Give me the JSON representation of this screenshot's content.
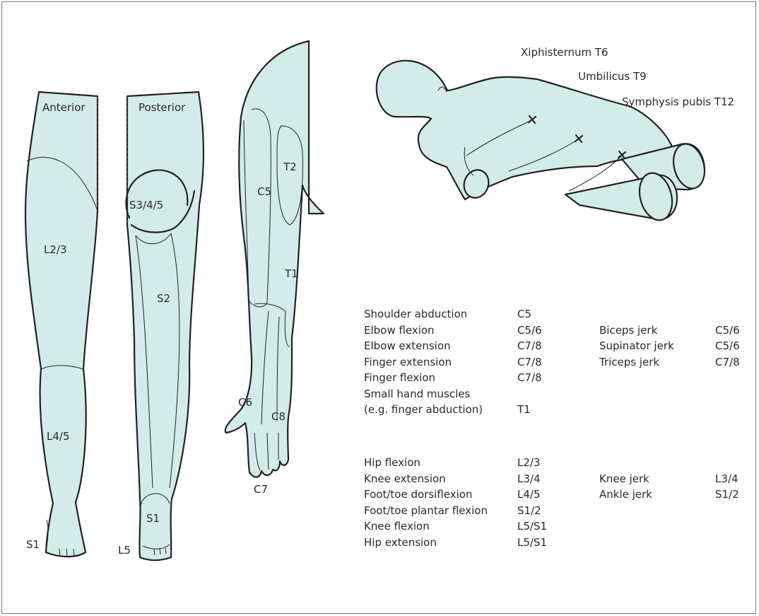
{
  "leg_anterior": {
    "title": "Anterior",
    "dermatomes": {
      "l23": "L2/3",
      "l45": "L4/5",
      "s1": "S1"
    }
  },
  "leg_posterior": {
    "title": "Posterior",
    "dermatomes": {
      "s345": "S3/4/5",
      "s2": "S2",
      "s1": "S1",
      "l5": "L5"
    }
  },
  "arm": {
    "dermatomes": {
      "t2": "T2",
      "c5": "C5",
      "t1": "T1",
      "c6": "C6",
      "c8": "C8",
      "c7": "C7"
    }
  },
  "trunk": {
    "landmarks": {
      "xiphisternum": "Xiphisternum T6",
      "umbilicus": "Umbilicus T9",
      "symphysis": "Symphysis pubis T12"
    }
  },
  "upper_limb": {
    "movements": [
      {
        "movement": "Shoulder abduction",
        "root": "C5"
      },
      {
        "movement": "Elbow flexion",
        "root": "C5/6"
      },
      {
        "movement": "Elbow extension",
        "root": "C7/8"
      },
      {
        "movement": "Finger extension",
        "root": "C7/8"
      },
      {
        "movement": "Finger flexion",
        "root": "C7/8"
      },
      {
        "movement": "Small hand muscles",
        "root": ""
      },
      {
        "movement": "(e.g. finger abduction)",
        "root": "T1"
      }
    ],
    "reflexes": [
      {
        "reflex": "Biceps jerk",
        "root": "C5/6"
      },
      {
        "reflex": "Supinator jerk",
        "root": "C5/6"
      },
      {
        "reflex": "Triceps jerk",
        "root": "C7/8"
      }
    ]
  },
  "lower_limb": {
    "movements": [
      {
        "movement": "Hip flexion",
        "root": "L2/3"
      },
      {
        "movement": "Knee extension",
        "root": "L3/4"
      },
      {
        "movement": "Foot/toe dorsiflexion",
        "root": "L4/5"
      },
      {
        "movement": "Foot/toe plantar flexion",
        "root": "S1/2"
      },
      {
        "movement": "Knee flexion",
        "root": "L5/S1"
      },
      {
        "movement": "Hip extension",
        "root": "L5/S1"
      }
    ],
    "reflexes": [
      {
        "reflex": "Knee jerk",
        "root": "L3/4"
      },
      {
        "reflex": "Ankle jerk",
        "root": "S1/2"
      }
    ]
  }
}
